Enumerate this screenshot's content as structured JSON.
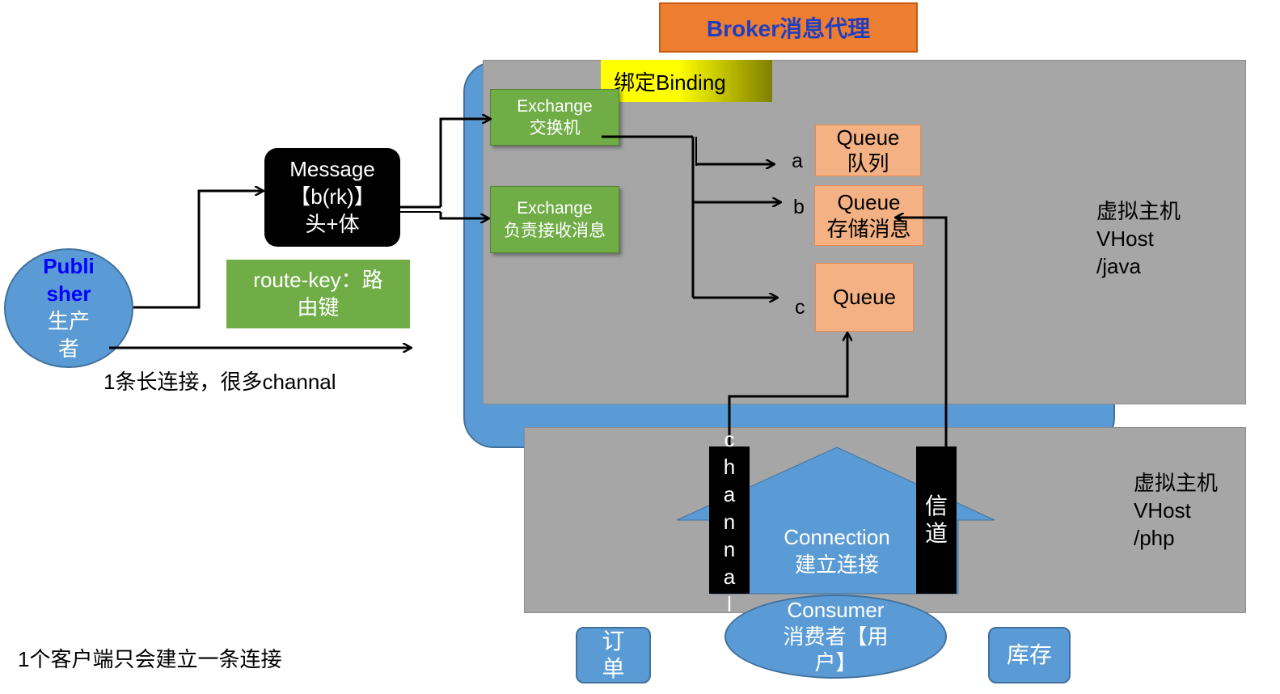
{
  "broker": {
    "title": "Broker消息代理"
  },
  "binding": {
    "label": "绑定Binding"
  },
  "exchanges": [
    {
      "name": "Exchange\n交换机"
    },
    {
      "name": "Exchange\n负责接收消息"
    }
  ],
  "queues": [
    {
      "letter": "a",
      "text": "Queue\n队列"
    },
    {
      "letter": "b",
      "text": "Queue\n存储消息"
    },
    {
      "letter": "c",
      "text": "Queue"
    }
  ],
  "vhosts": {
    "java": "虚拟主机\nVHost\n/java",
    "php": "虚拟主机\nVHost\n/php"
  },
  "message": {
    "text": "Message\n【b(rk)】\n头+体"
  },
  "route_key": {
    "text": "route-key：路\n由键"
  },
  "publisher": {
    "line1": "Publi",
    "line2": "sher",
    "line3": "生产",
    "line4": "者"
  },
  "connection": {
    "text": "Connection\n建立连接"
  },
  "channel": {
    "letters": [
      "c",
      "h",
      "a",
      "n",
      "n",
      "a",
      "l"
    ]
  },
  "xindao": {
    "text": "信\n道"
  },
  "consumer": {
    "text": "Consumer\n消费者【用\n户】"
  },
  "services": {
    "order": "订\n单",
    "stock": "库存"
  },
  "notes": {
    "long_connection": "1条长连接，很多channal",
    "single_connection": "1个客户端只会建立一条连接"
  },
  "colors": {
    "broker": "#ED7D31",
    "broker_text": "#1F3FBF",
    "vhost": "#A6A6A6",
    "blue": "#5B9BD5",
    "exchange": "#70AD47",
    "queue": "#F4B183",
    "binding": "#FFFF00"
  }
}
